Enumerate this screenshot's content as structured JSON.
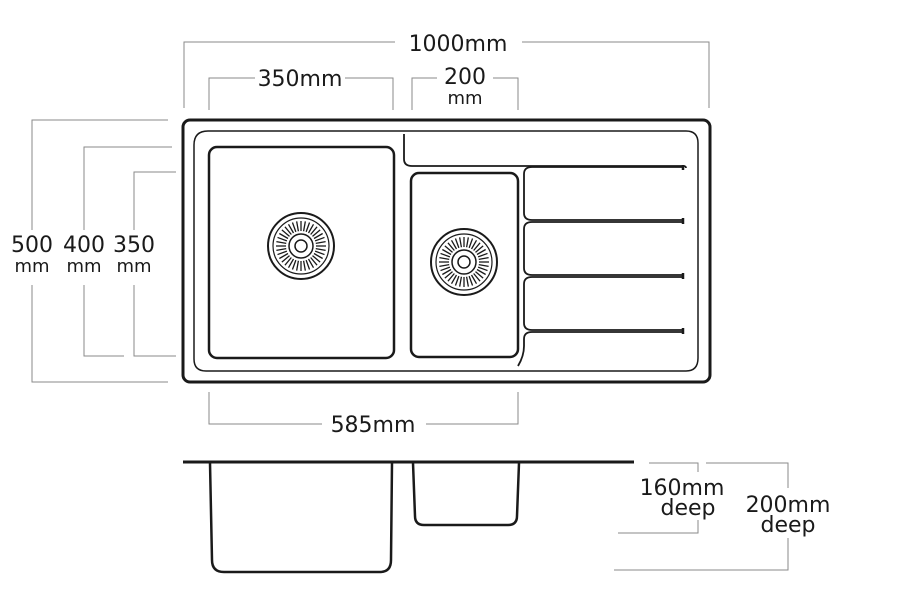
{
  "dimensions": {
    "overall_width": "1000mm",
    "main_bowl_width": "350mm",
    "small_bowl_width_value": "200",
    "small_bowl_width_unit": "mm",
    "bowls_span": "585mm",
    "overall_depth_value": "500",
    "main_bowl_length_value": "400",
    "small_bowl_length_value": "350",
    "unit_mm": "mm",
    "small_bowl_depth_value": "160mm",
    "main_bowl_depth_value": "200mm",
    "depth_word": "deep"
  },
  "colors": {
    "outline": "#1a1a1a",
    "dimension_line": "#8a8a8a",
    "background": "#ffffff"
  }
}
